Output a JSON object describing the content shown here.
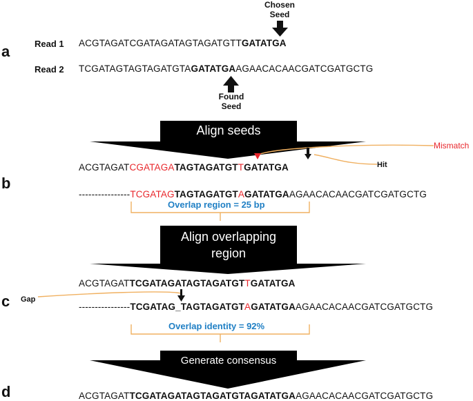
{
  "panel_letters": [
    "a",
    "b",
    "c",
    "d"
  ],
  "panel_a": {
    "read1_label": "Read 1",
    "read1_plain": "ACGTAGATCGATAGATAGTAGATGTT",
    "read1_bold": "GATATGA",
    "read2_label": "Read 2",
    "read2_pre": "TCGATAGTAGTAGATGTA",
    "read2_bold": "GATATGA",
    "read2_post": "AGAACACAACGATCGATGCTG",
    "chosen_seed_label": [
      "Chosen",
      "Seed"
    ],
    "found_seed_label": [
      "Found",
      "Seed"
    ]
  },
  "step1_label": "Align seeds",
  "panel_b": {
    "mismatch_label": "Mismatch",
    "hit_label": "Hit",
    "line1": {
      "plain": "ACGTAGAT",
      "red": "CGATAGA",
      "bold1": "TAGTAGATGT",
      "red_char": "T",
      "bold2": "GATATGA"
    },
    "line2": {
      "dashes": "----------------",
      "red": "TCGATAG",
      "bold1": "TAGTAGATGT",
      "red_char": "A",
      "bold2": "GATATGA",
      "rest": "AGAACACAACGATCGATGCTG"
    },
    "overlap_label": "Overlap region = 25 bp"
  },
  "step2_label": [
    "Align overlapping",
    "region"
  ],
  "panel_c": {
    "gap_label": "Gap",
    "line1": {
      "plain": "ACGTAGAT",
      "bold1": "TCGATAGATAGTAGATGT",
      "red_char": "T",
      "bold2": "GATATGA"
    },
    "line2": {
      "dashes": "----------------",
      "bold1": "TCGATAG_TAGTAGATGT",
      "red_char": "A",
      "bold2": "GATATGA",
      "rest": "AGAACACAACGATCGATGCTG"
    },
    "identity_label": "Overlap identity = 92%"
  },
  "step3_label": "Generate consensus",
  "panel_d": {
    "plain": "ACGTAGAT",
    "bold": "TCGATAGATAGTAGATGTAGATATGA",
    "rest": "AGAACACAACGATCGATGCTG"
  },
  "colors": {
    "mismatch": "#e8262b",
    "overlap_text": "#1f7fc4",
    "bracket": "#f0b060",
    "banner": "#000000"
  }
}
